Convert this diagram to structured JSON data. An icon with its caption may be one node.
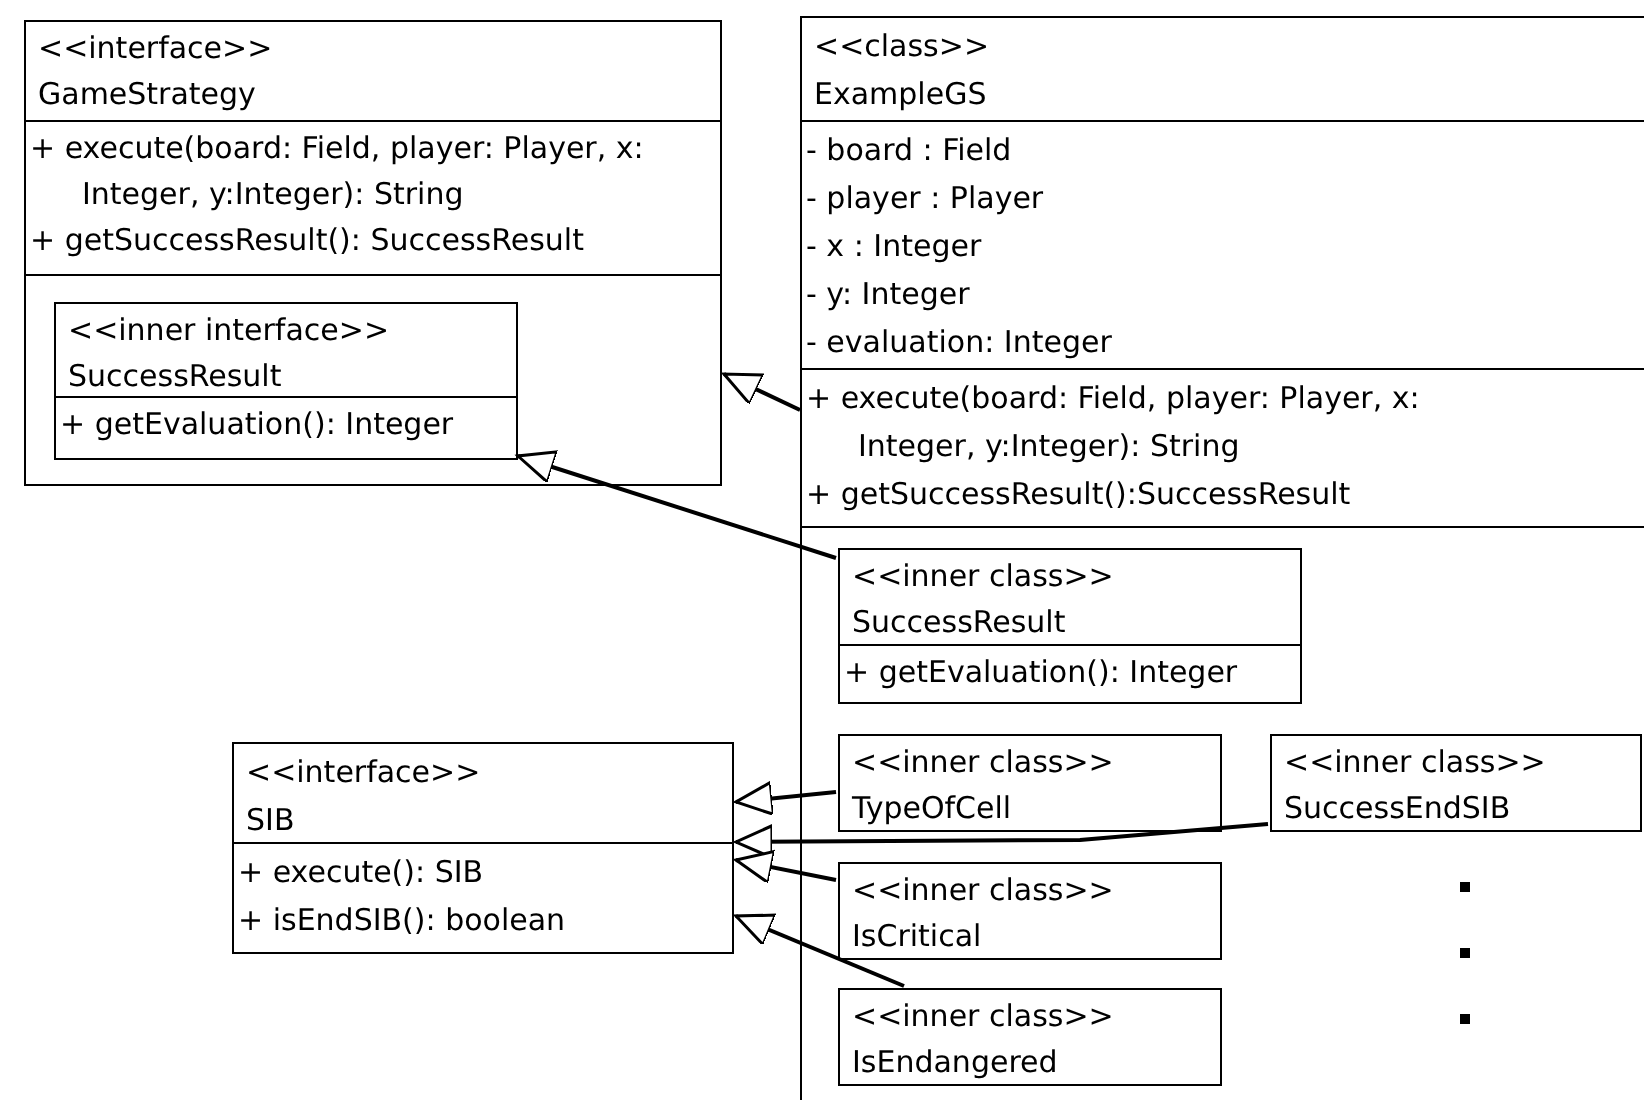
{
  "diagram": {
    "nodes": [
      {
        "text": [
          "<<interface>>",
          "GameStrategy",
          "+ execute(board: Field, player: Player, x: Integer, y:Integer): String",
          "+ getSuccessResult(): SuccessResult"
        ]
      },
      {
        "text": [
          "<<inner interface>>",
          "SuccessResult",
          "+ getEvaluation(): Integer"
        ],
        "in": 0
      },
      {
        "text": [
          "<<class>>",
          "ExampleGS",
          "- board : Field",
          "- player : Player",
          "- x : Integer",
          "- y: Integer",
          "- evaluation: Integer",
          "+ execute(board: Field, player: Player, x: Integer, y:Integer): String",
          "+ getSuccessResult():SuccessResult"
        ]
      },
      {
        "text": [
          "<<inner class>>",
          "SuccessResult",
          "+ getEvaluation(): Integer"
        ],
        "in": 2
      },
      {
        "text": [
          "<<interface>>",
          "SIB",
          "+ execute(): SIB",
          "+ isEndSIB(): boolean"
        ]
      },
      {
        "text": [
          "<<inner class>>",
          "TypeOfCell"
        ],
        "in": 2
      },
      {
        "text": [
          "<<inner class>>",
          "SuccessEndSIB"
        ],
        "in": 2
      },
      {
        "text": [
          "<<inner class>>",
          "IsCritical"
        ],
        "in": 2
      },
      {
        "text": [
          "<<inner class>>",
          "IsEndangered"
        ],
        "in": 2
      }
    ],
    "edges": [
      {
        "from": 2,
        "to": 0,
        "arrow": "to"
      },
      {
        "from": 3,
        "to": 1,
        "arrow": "to"
      },
      {
        "from": 5,
        "to": 4,
        "arrow": "to"
      },
      {
        "from": 6,
        "to": 4,
        "arrow": "to"
      },
      {
        "from": 7,
        "to": 4,
        "arrow": "to"
      },
      {
        "from": 8,
        "to": 4,
        "arrow": "to"
      }
    ]
  }
}
